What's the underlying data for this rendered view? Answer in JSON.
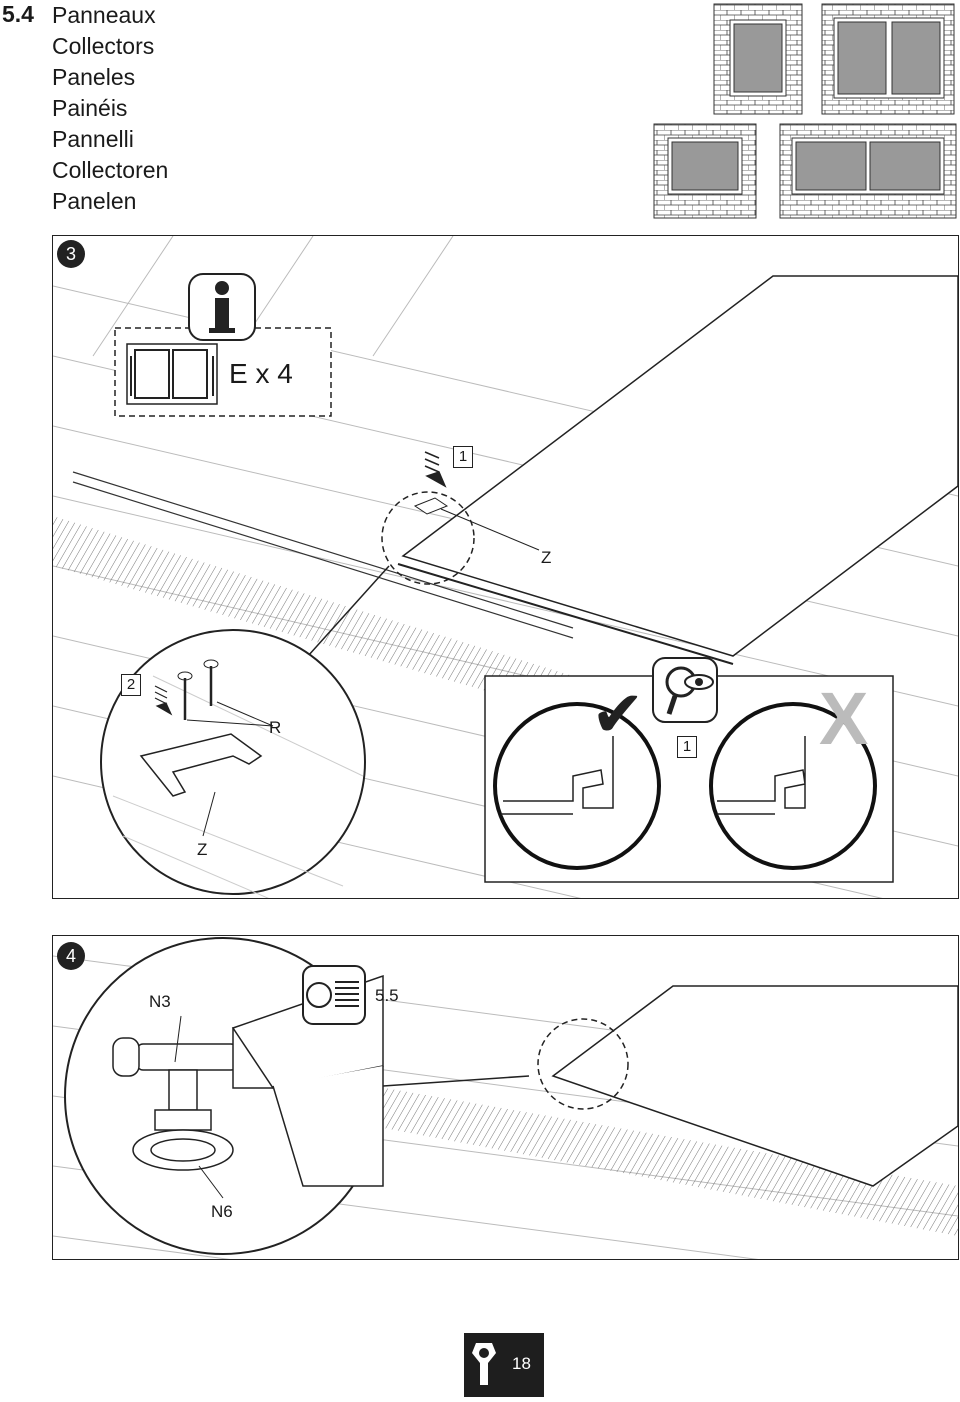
{
  "header": {
    "section_number": "5.4",
    "titles": [
      "Panneaux",
      "Collectors",
      "Paneles",
      "Painéis",
      "Pannelli",
      "Collectoren",
      "Panelen"
    ]
  },
  "step3": {
    "badge": "3",
    "info_icon": "info-icon",
    "part_quantity": "E x 4",
    "box1": "1",
    "label_z_top": "Z",
    "box2": "2",
    "label_r": "R",
    "label_z_detail": "Z",
    "box_check": "1",
    "check_symbol": "✔",
    "wrong_symbol": "X"
  },
  "step4": {
    "badge": "4",
    "label_n3": "N3",
    "ref": "5.5",
    "label_n6": "N6"
  },
  "footer": {
    "page_number": "18",
    "icon": "wrench-icon"
  }
}
